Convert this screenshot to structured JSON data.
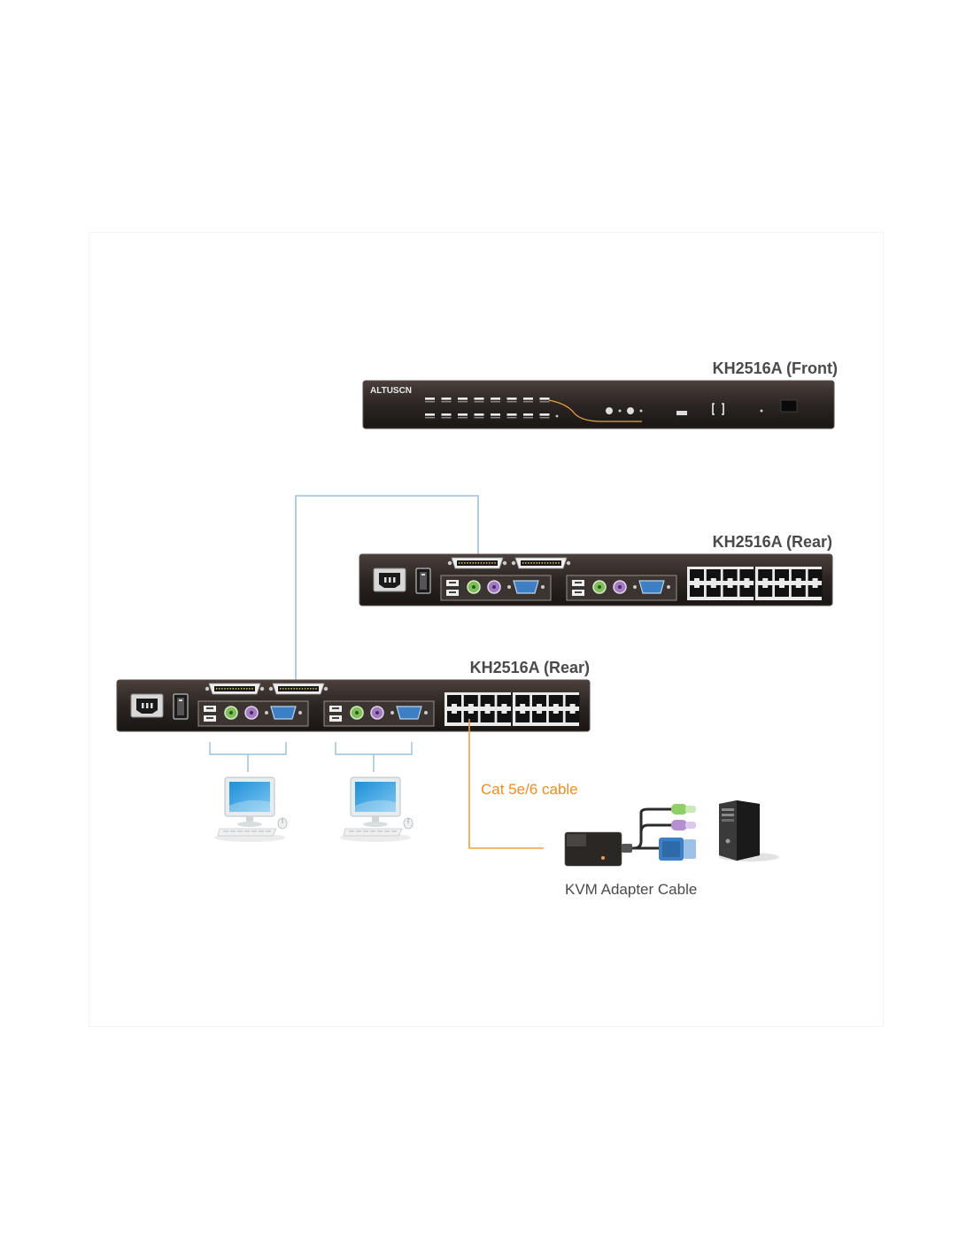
{
  "labels": {
    "front": "KH2516A (Front)",
    "rear_top": "KH2516A (Rear)",
    "rear_bottom": "KH2516A (Rear)",
    "brand": "ALTUSCN",
    "cable": "Cat 5e/6 cable",
    "adapter": "KVM Adapter Cable"
  },
  "colors": {
    "chassis": "#2b2522",
    "chassis_edge": "#524843",
    "link_line": "#9dbfdc",
    "cat_cable": "#f0a040",
    "cable_text": "#f08c1e",
    "label_text": "#4a4a4a",
    "ps2_green": "#7fbf5a",
    "ps2_purple": "#a27bc0",
    "vga_blue": "#3d7fc4"
  },
  "icons": {
    "power_socket": "power-socket-icon",
    "power_switch": "power-switch-icon",
    "usb": "usb-port-icon",
    "ps2": "ps2-port-icon",
    "vga": "vga-port-icon",
    "db_chain": "daisy-chain-port-icon",
    "rj45": "rj45-port-icon",
    "workstation": "workstation-icon",
    "tower": "computer-tower-icon",
    "adapter": "kvm-adapter-icon"
  }
}
